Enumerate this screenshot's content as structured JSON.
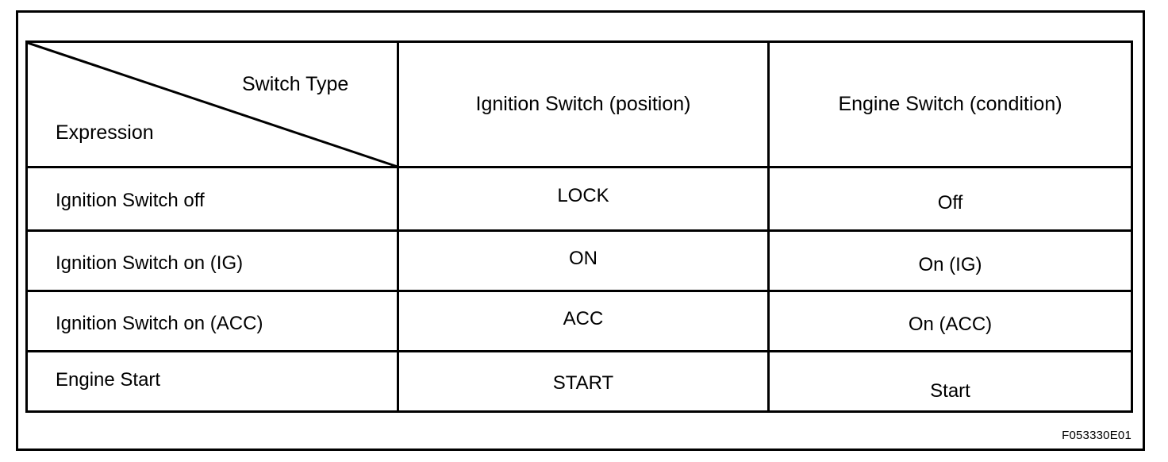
{
  "figure": {
    "code": "F053330E01",
    "line_color": "#000000",
    "background_color": "#ffffff",
    "text_color": "#000000"
  },
  "table": {
    "corner_header": {
      "column_axis_label": "Switch Type",
      "row_axis_label": "Expression",
      "diagonal": "top-left-to-bottom-right"
    },
    "columns": [
      {
        "key": "expression",
        "label": "Expression"
      },
      {
        "key": "ignition_switch",
        "label": "Ignition Switch (position)"
      },
      {
        "key": "engine_switch",
        "label": "Engine Switch (condition)"
      }
    ],
    "rows": [
      {
        "expression": "Ignition Switch off",
        "ignition_switch": "LOCK",
        "engine_switch": "Off"
      },
      {
        "expression": "Ignition Switch on (IG)",
        "ignition_switch": "ON",
        "engine_switch": "On (IG)"
      },
      {
        "expression": "Ignition Switch on (ACC)",
        "ignition_switch": "ACC",
        "engine_switch": "On (ACC)"
      },
      {
        "expression": "Engine Start",
        "ignition_switch": "START",
        "engine_switch": "Start"
      }
    ]
  }
}
